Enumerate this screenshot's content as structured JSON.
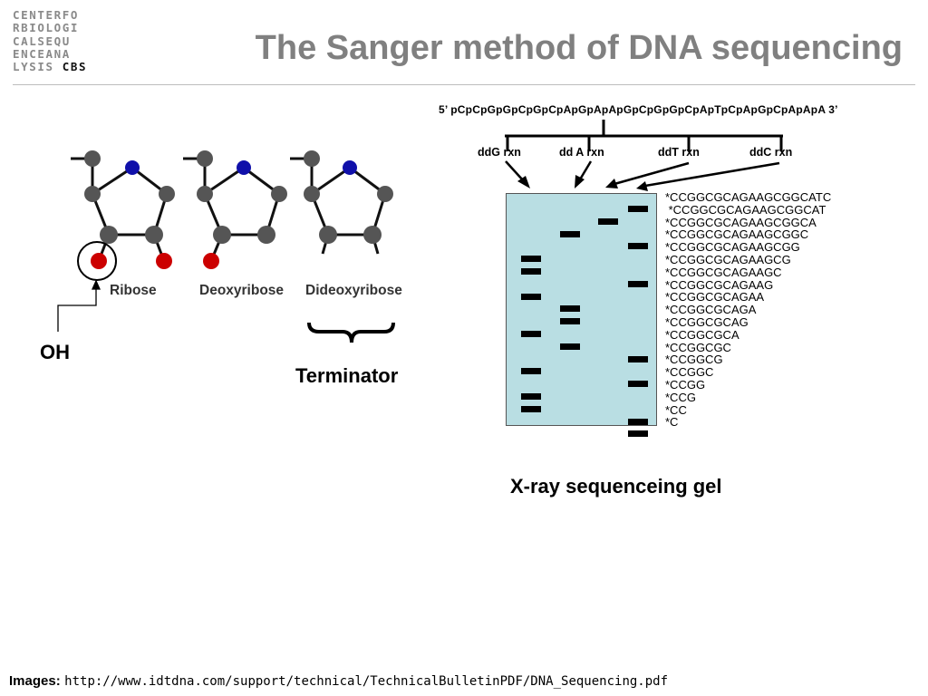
{
  "logo": {
    "lines": [
      "CENTERFO",
      "RBIOLOGI",
      "CALSEQU",
      "ENCEANA"
    ],
    "last_prefix": "LYSIS ",
    "last_bold": "CBS"
  },
  "title": "The Sanger method of DNA sequencing",
  "sugars": {
    "ribose": "Ribose",
    "deoxyribose": "Deoxyribose",
    "dideoxyribose": "Dideoxyribose"
  },
  "oh_label": "OH",
  "terminator_label": "Terminator",
  "template_sequence": "5’ pCpCpGpGpCpGpCpApGpApApGpCpGpGpCpApTpCpApGpCpApApA 3’",
  "reactions": [
    "ddG rxn",
    "dd A rxn",
    "ddT rxn",
    "ddC rxn"
  ],
  "gel": {
    "color": "#b9dee3",
    "fragments": [
      "*CCGGCGCAGAAGCGGCATC",
      " *CCGGCGCAGAAGCGGCAT",
      "*CCGGCGCAGAAGCGGCA",
      "*CCGGCGCAGAAGCGGC",
      "*CCGGCGCAGAAGCGG",
      "*CCGGCGCAGAAGCG",
      "*CCGGCGCAGAAGC",
      "*CCGGCGCAGAAG",
      "*CCGGCGCAGAA",
      "*CCGGCGCAGA",
      "*CCGGCGCAG",
      "*CCGGCGCA",
      "*CCGGCGC",
      "*CCGGCG",
      "*CCGGC",
      "*CCGG",
      "*CCG",
      "*CC",
      "*C"
    ],
    "caption": "X-ray sequenceing gel"
  },
  "footer": {
    "label": "Images:",
    "url": "http://www.idtdna.com/support/technical/TechnicalBulletinPDF/DNA_Sequencing.pdf"
  },
  "colors": {
    "oxygen": "#cc0000",
    "nitrogen": "#1010aa",
    "carbon": "#555555",
    "title": "#808080"
  }
}
